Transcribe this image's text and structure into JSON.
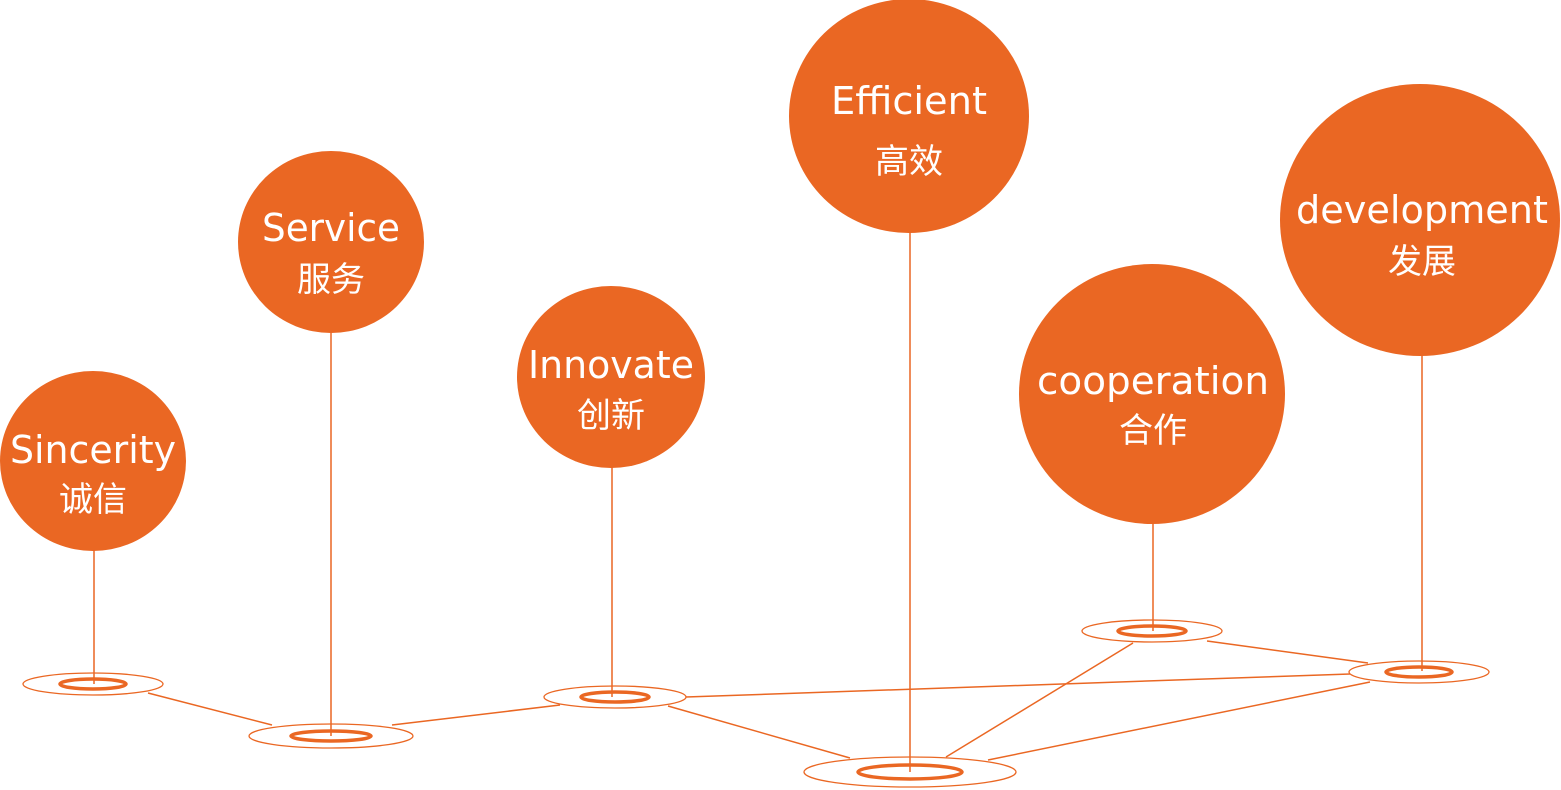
{
  "accent_color": "#EA6723",
  "nodes": [
    {
      "id": "sincerity",
      "label_en": "Sincerity",
      "label_zh": "诚信"
    },
    {
      "id": "service",
      "label_en": "Service",
      "label_zh": "服务"
    },
    {
      "id": "innovate",
      "label_en": "Innovate",
      "label_zh": "创新"
    },
    {
      "id": "efficient",
      "label_en": "Efficient",
      "label_zh": "高效"
    },
    {
      "id": "cooperation",
      "label_en": "cooperation",
      "label_zh": "合作"
    },
    {
      "id": "development",
      "label_en": "development",
      "label_zh": "发展"
    }
  ]
}
